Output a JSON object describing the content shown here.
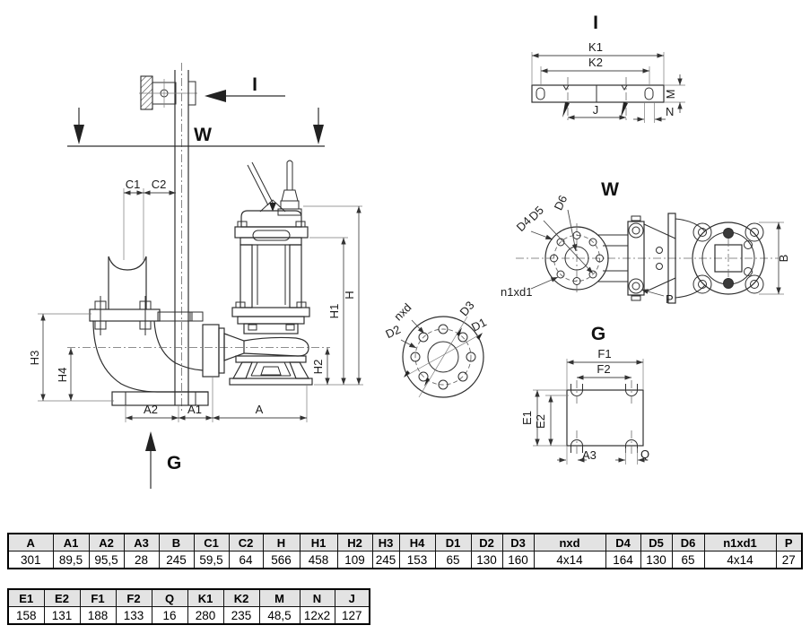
{
  "drawing": {
    "main_view": {
      "section_arrow_i": "I",
      "section_line_w": "W",
      "arrow_g": "G",
      "dim_c1": "C1",
      "dim_c2": "C2",
      "dim_h": "H",
      "dim_h1": "H1",
      "dim_h2": "H2",
      "dim_h3": "H3",
      "dim_h4": "H4",
      "dim_a": "A",
      "dim_a1": "A1",
      "dim_a2": "A2"
    },
    "view_i": {
      "title": "I",
      "dim_k1": "K1",
      "dim_k2": "K2",
      "dim_j": "J",
      "dim_m": "M",
      "dim_n": "N"
    },
    "view_w": {
      "title": "W",
      "dim_d4": "D4",
      "dim_d5": "D5",
      "dim_d6": "D6",
      "dim_n1xd1": "n1xd1",
      "dim_p": "P",
      "dim_b": "B"
    },
    "flange_detail": {
      "dim_nxd": "nxd",
      "dim_d1": "D1",
      "dim_d2": "D2",
      "dim_d3": "D3"
    },
    "view_g": {
      "title": "G",
      "dim_f1": "F1",
      "dim_f2": "F2",
      "dim_e1": "E1",
      "dim_e2": "E2",
      "dim_a3": "A3",
      "dim_q": "Q"
    }
  },
  "tables": {
    "t1": {
      "headers": [
        "A",
        "A1",
        "A2",
        "A3",
        "B",
        "C1",
        "C2",
        "H",
        "H1",
        "H2",
        "H3",
        "H4",
        "D1",
        "D2",
        "D3",
        "nxd",
        "D4",
        "D5",
        "D6",
        "n1xd1",
        "P"
      ],
      "values": [
        "301",
        "89,5",
        "95,5",
        "28",
        "245",
        "59,5",
        "64",
        "566",
        "458",
        "109",
        "245",
        "153",
        "65",
        "130",
        "160",
        "4x14",
        "164",
        "130",
        "65",
        "4x14",
        "27"
      ]
    },
    "t2": {
      "headers": [
        "E1",
        "E2",
        "F1",
        "F2",
        "Q",
        "K1",
        "K2",
        "M",
        "N",
        "J"
      ],
      "values": [
        "158",
        "131",
        "188",
        "133",
        "16",
        "280",
        "235",
        "48,5",
        "12x2",
        "127"
      ]
    }
  }
}
